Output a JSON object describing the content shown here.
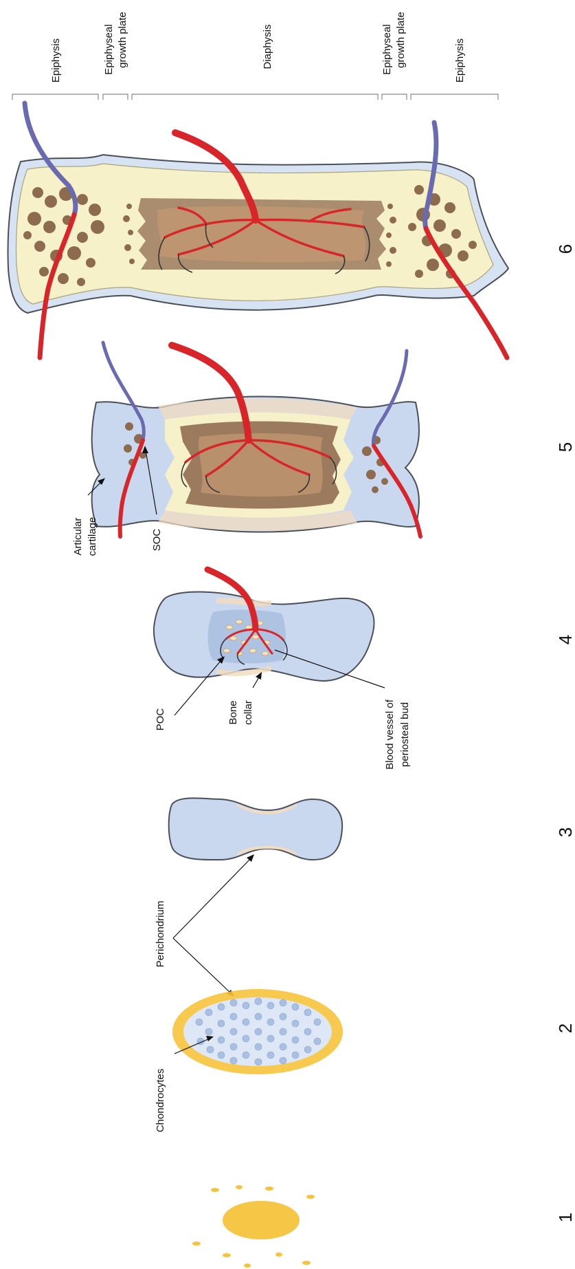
{
  "regions": {
    "epiphysis_top": "Epiphysis",
    "growth_plate_top_1": "Epiphyseal",
    "growth_plate_top_2": "growth plate",
    "diaphysis": "Diaphysis",
    "growth_plate_bottom_1": "Epiphyseal",
    "growth_plate_bottom_2": "growth plate",
    "epiphysis_bottom": "Epiphysis"
  },
  "labels": {
    "chondrocytes": "Chondrocytes",
    "perichondrium": "Perichondrium",
    "poc": "POC",
    "bone_collar_1": "Bone",
    "bone_collar_2": "collar",
    "blood_vessel_1": "Blood vessel of",
    "blood_vessel_2": "periosteal bud",
    "articular_1": "Articular",
    "articular_2": "cartilage",
    "soc": "SOC"
  },
  "stages": [
    "1",
    "2",
    "3",
    "4",
    "5",
    "6"
  ],
  "colors": {
    "mesenchyme": "#f6c33c",
    "cartilage": "#c9d8ef",
    "cartilage_edge": "#5a6470",
    "bone_matrix": "#f6f1c8",
    "marrow": "#9c7a5e",
    "artery": "#d8252a",
    "vein": "#6a6ab0",
    "trabecula": "#8c6b4f"
  }
}
